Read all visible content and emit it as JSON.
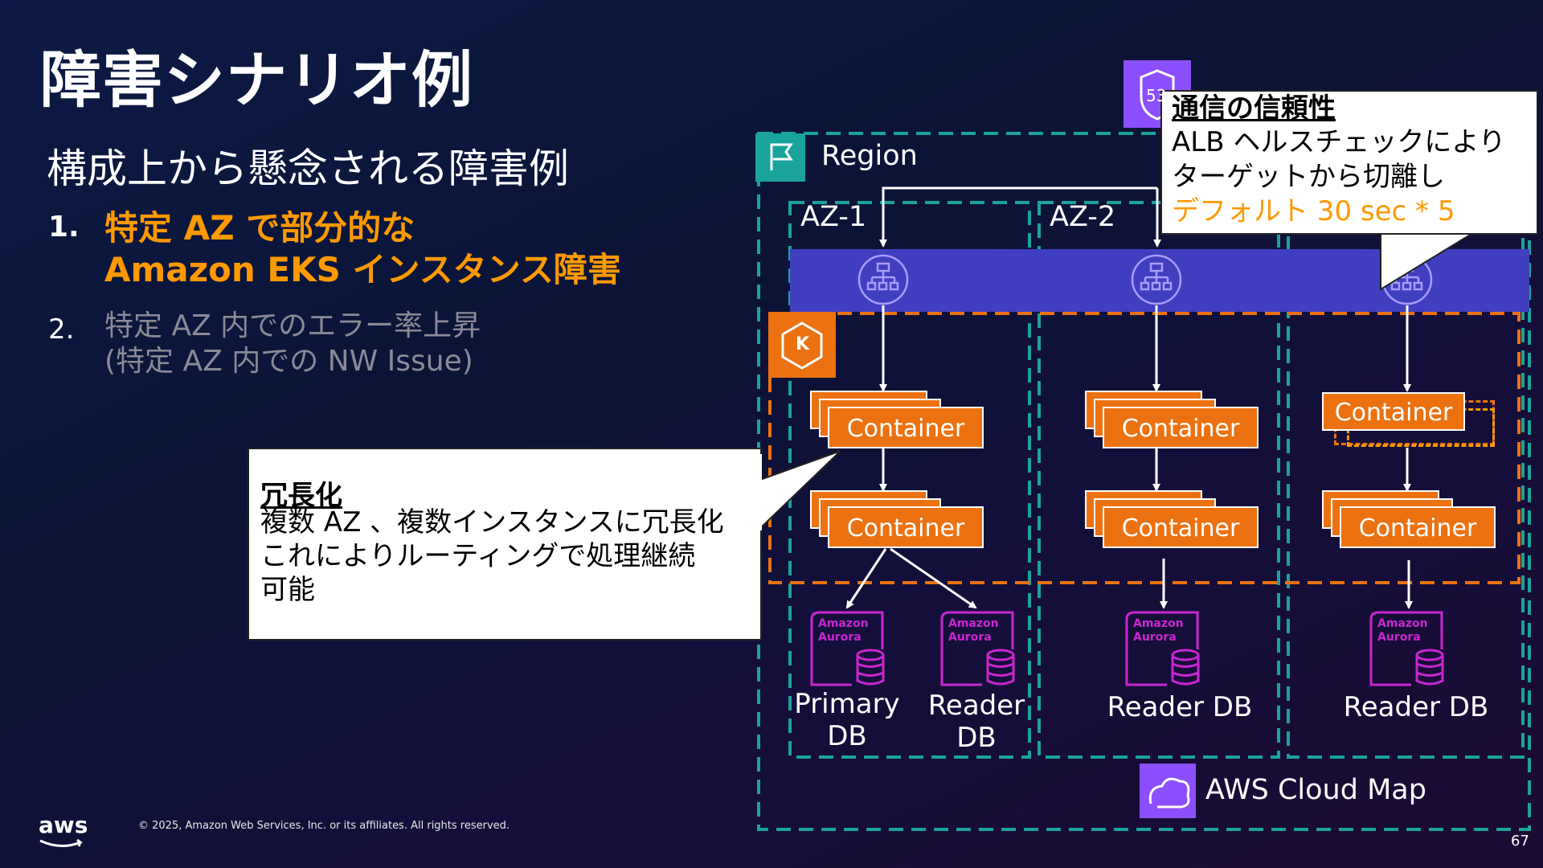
{
  "slide": {
    "title": "障害シナリオ例",
    "subtitle": "構成上から懸念される障害例",
    "items": [
      {
        "num": "1.",
        "line1": "特定 AZ で部分的な",
        "line2": "Amazon EKS インスタンス障害"
      },
      {
        "num": "2.",
        "line1": "特定 AZ 内でのエラー率上昇",
        "line2": "(特定 AZ 内での NW Issue)"
      }
    ],
    "page_number": "67",
    "footer": "© 2025, Amazon Web Services, Inc. or its affiliates. All rights reserved.",
    "logo_text": "aws"
  },
  "callouts": {
    "redundancy": {
      "heading": "冗長化",
      "lines": [
        "複数 AZ 、複数インスタンスに冗長化",
        "これによりルーティングで処理継続",
        "可能"
      ]
    },
    "reliability": {
      "heading": "通信の信頼性",
      "line1": "ALB ヘルスチェックにより",
      "line2": "ターゲットから切離し",
      "line3": "デフォルト 30 sec * 5"
    }
  },
  "diagram": {
    "region_label": "Region",
    "az_labels": [
      "AZ-1",
      "AZ-2"
    ],
    "container_label": "Container",
    "aurora_label": [
      "Amazon",
      "Aurora"
    ],
    "db": {
      "primary": [
        "Primary",
        "DB"
      ],
      "reader_split": [
        "Reader",
        "DB"
      ],
      "reader": "Reader DB"
    },
    "cloud_map_label": "AWS Cloud Map",
    "route53_badge": "53",
    "eks_badge": "K",
    "colors": {
      "teal": "#1aa39c",
      "orange": "#ec7211",
      "alb_band": "#3f3fc0",
      "purple_icon": "#8c4fff",
      "aurora": "#c925d1",
      "highlight": "#ff9900"
    }
  }
}
